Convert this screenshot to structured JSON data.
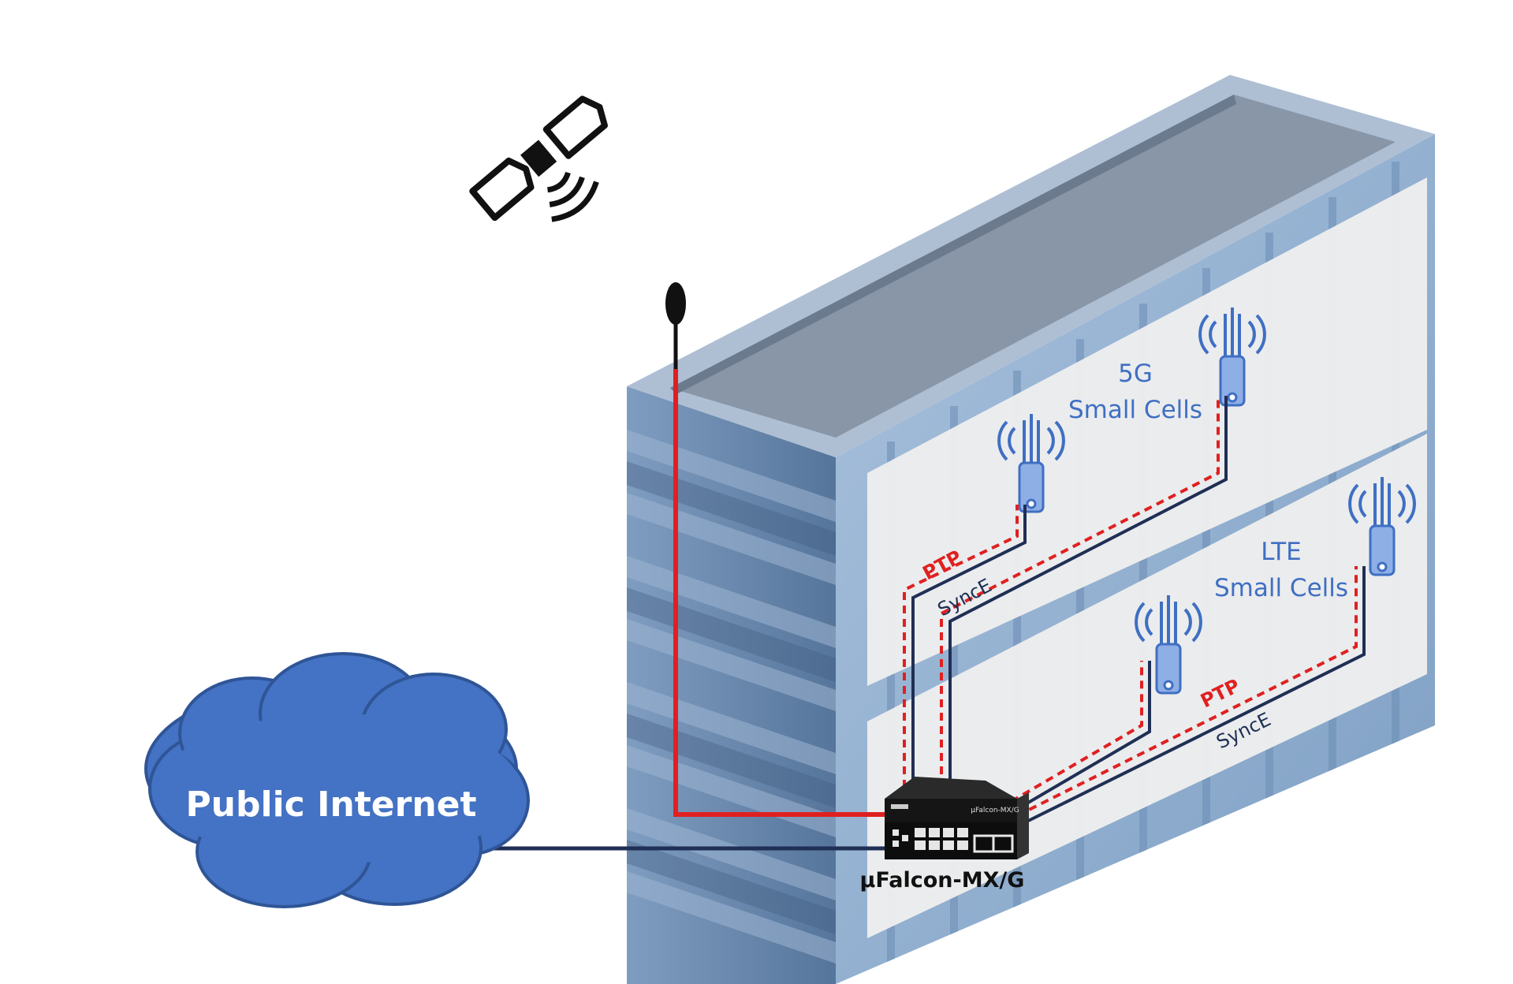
{
  "labels": {
    "fiveg_line1": "5G",
    "fiveg_line2": "Small Cells",
    "lte_line1": "LTE",
    "lte_line2": "Small Cells",
    "ptp_upper": "PTP",
    "synce_upper": "SyncE",
    "ptp_lower": "PTP",
    "synce_lower": "SyncE",
    "device_name": "µFalcon-MX/G",
    "device_face": "µFalcon-MX/G",
    "cloud": "Public Internet"
  },
  "icons": [
    "satellite-icon",
    "gps-antenna-icon",
    "small-cell-icon",
    "router-icon",
    "cloud-icon",
    "building-icon"
  ],
  "colors": {
    "building_front": "#5f7ea3",
    "building_side": "#7b9cc2",
    "roof": "#8896a8",
    "floor_panel": "#eeeeee",
    "cell_body": "#8eaee6",
    "label_blue": "#3f6fc3",
    "ptp_red": "#e02020",
    "synce_navy": "#1f2f55",
    "cloud_fill": "#4472c4"
  }
}
